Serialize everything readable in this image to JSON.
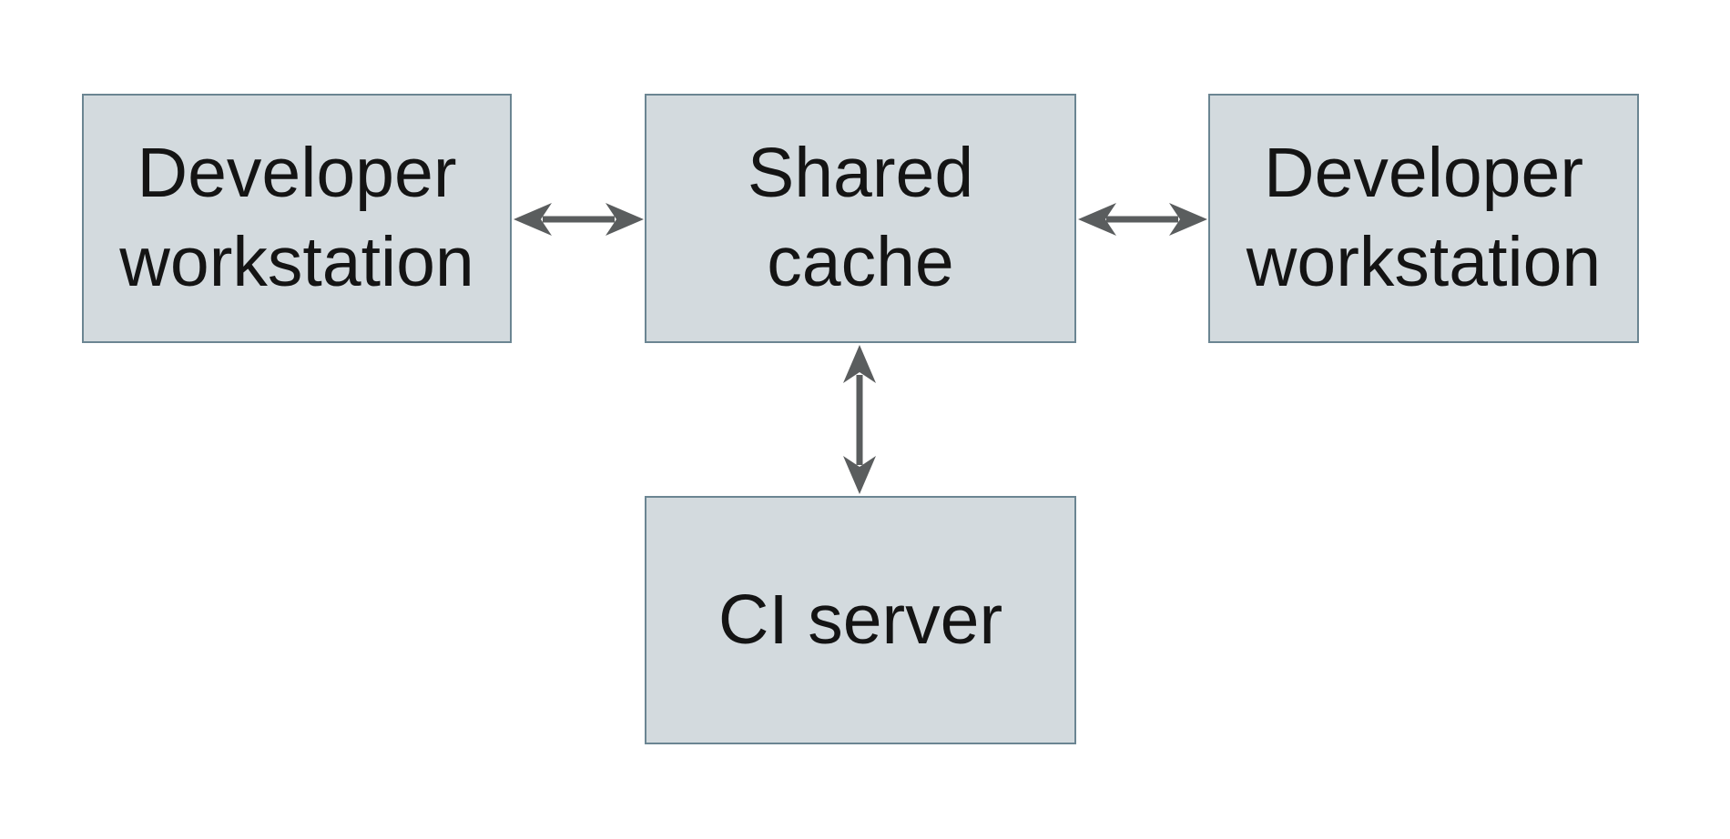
{
  "diagram": {
    "type": "block-diagram",
    "colors": {
      "background": "#ffffff",
      "node_fill": "#d3dade",
      "node_border": "#6b8592",
      "arrow": "#5a5d5e",
      "text": "#141414"
    },
    "nodes": [
      {
        "id": "developer-workstation-left",
        "label": "Developer workstation",
        "line1": "Developer",
        "line2": "workstation"
      },
      {
        "id": "shared-cache",
        "label": "Shared cache",
        "line1": "Shared",
        "line2": "cache"
      },
      {
        "id": "developer-workstation-right",
        "label": "Developer workstation",
        "line1": "Developer",
        "line2": "workstation"
      },
      {
        "id": "ci-server",
        "label": "CI server",
        "line1": "CI server"
      }
    ],
    "edges": [
      {
        "from": "developer-workstation-left",
        "to": "shared-cache",
        "direction": "bidirectional"
      },
      {
        "from": "shared-cache",
        "to": "developer-workstation-right",
        "direction": "bidirectional"
      },
      {
        "from": "shared-cache",
        "to": "ci-server",
        "direction": "bidirectional"
      }
    ]
  }
}
